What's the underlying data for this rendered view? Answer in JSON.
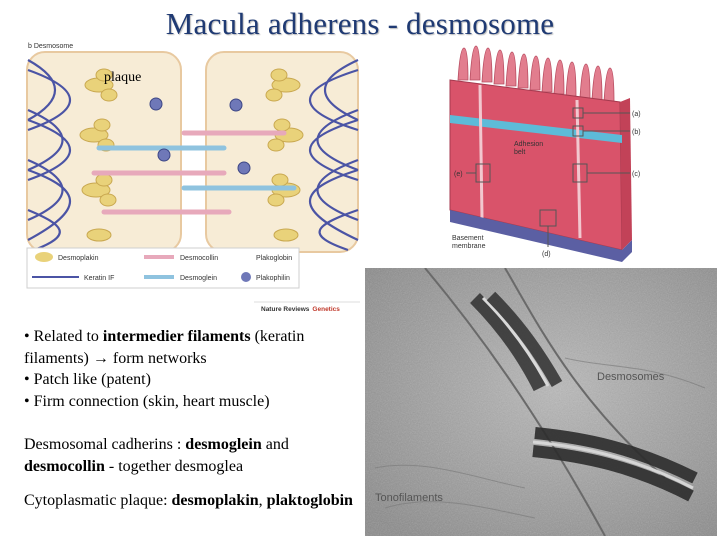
{
  "title": "Macula adherens - desmosome",
  "diagram_a": {
    "panel_label": "b  Desmosome",
    "plaque_label": "plaque",
    "legend": [
      {
        "label": "Desmoplakin",
        "color": "#e9d27a"
      },
      {
        "label": "Desmocollin",
        "color": "#e7a9bb"
      },
      {
        "label": "Plakoglobin",
        "color": "#2e9e76"
      },
      {
        "label": "Keratin IF",
        "color": "#4b54a5"
      },
      {
        "label": "Desmoglein",
        "color": "#8fc3df"
      },
      {
        "label": "Plakophilin",
        "color": "#6f78b8"
      }
    ],
    "source": "Nature Reviews",
    "source_suffix": "Genetics"
  },
  "diagram_b": {
    "labels": {
      "a": "(a)",
      "b": "(b)",
      "c": "(c)",
      "d": "(d)",
      "e": "(e)",
      "adhesion_belt_1": "Adhesion",
      "adhesion_belt_2": "belt",
      "basement_1": "Basement",
      "basement_2": "membrane"
    }
  },
  "micrograph": {
    "label_desmosomes": "Desmosomes",
    "label_tonofilaments": "Tonofilaments"
  },
  "bullets": {
    "b1_pre": "• Related to ",
    "b1_bold": "intermedier filaments",
    "b1_post": " (keratin filaments) → form networks",
    "b2": "• Patch like (patent)",
    "b3": "• Firm connection (skin, heart muscle)"
  },
  "cadherins": {
    "pre": "Desmosomal cadherins : ",
    "bold1": "desmoglein",
    "mid": " and ",
    "bold2": "desmocollin",
    "post": " - together desmoglea"
  },
  "plaque": {
    "pre": "Cytoplasmatic plaque: ",
    "bold1": "desmoplakin",
    "mid": ", ",
    "bold2": "plaktoglobin"
  }
}
